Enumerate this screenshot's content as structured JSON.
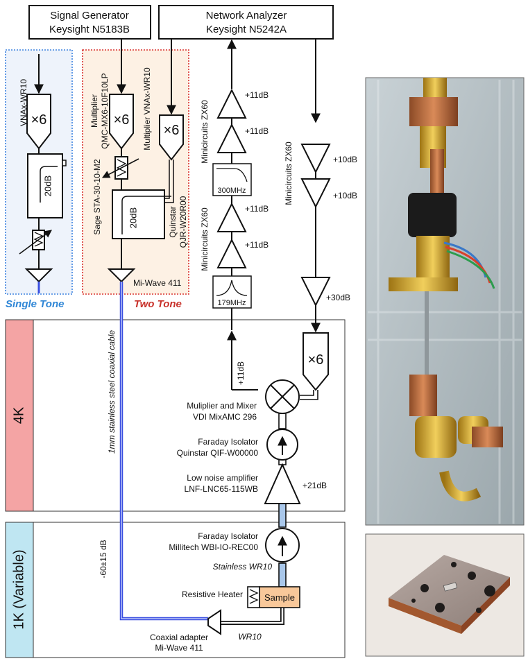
{
  "instruments": {
    "sig_gen": {
      "line1": "Signal Generator",
      "line2": "Keysight N5183B"
    },
    "vna": {
      "line1": "Network Analyzer",
      "line2": "Keysight N5242A"
    }
  },
  "regions": {
    "single_tone": "Single Tone",
    "two_tone": "Two Tone",
    "four_k": "4K",
    "one_k": "1K (Variable)"
  },
  "labels": {
    "vnax_left": "VNAx-WR10",
    "x6": "×6",
    "att_20db": "20dB",
    "mult_qmc_1": "Multiplier",
    "mult_qmc_2": "QMC-MX6-10F10LP",
    "sage": "Sage STA-30-10-M2",
    "mult_vnax": "Multiplier VNAx-WR10",
    "quinstar_1": "Quinstar",
    "quinstar_2": "QJR-W20R00",
    "miwave": "Mi-Wave 411",
    "minicircuits": "Minicircuits ZX60",
    "g11": "+11dB",
    "g10": "+10dB",
    "g30": "+30dB",
    "g21": "+21dB",
    "f300": "300MHz",
    "f179": "179MHz",
    "cable": "1mm stainless steel coaxial cable",
    "mixer_1": "Muliplier and Mixer",
    "mixer_2": "VDI MixAMC 296",
    "faraday4k_1": "Faraday Isolator",
    "faraday4k_2": "Quinstar QIF-W00000",
    "lna_1": "Low noise amplifier",
    "lna_2": "LNF-LNC65-115WB",
    "faraday1k_1": "Faraday Isolator",
    "faraday1k_2": "Millitech WBI-IO-REC00",
    "stainless_wr10": "Stainless WR10",
    "heater": "Resistive Heater",
    "sample": "Sample",
    "attenuation": "-60±15 dB",
    "coax_1": "Coaxial adapter",
    "coax_2": "Mi-Wave 411",
    "wr10": "WR10"
  },
  "colors": {
    "single_tone_bg": "#eef3fb",
    "single_tone_border": "#3b82e0",
    "single_tone_text": "#2f86d6",
    "two_tone_bg": "#fdf1e4",
    "two_tone_border": "#d9302c",
    "two_tone_text": "#c8322b",
    "four_k": "#f4a4a4",
    "one_k": "#bfe6f2",
    "coax": "#3a4fe0",
    "waveguide": "#a9c7ea",
    "sample": "#f8c89a"
  }
}
